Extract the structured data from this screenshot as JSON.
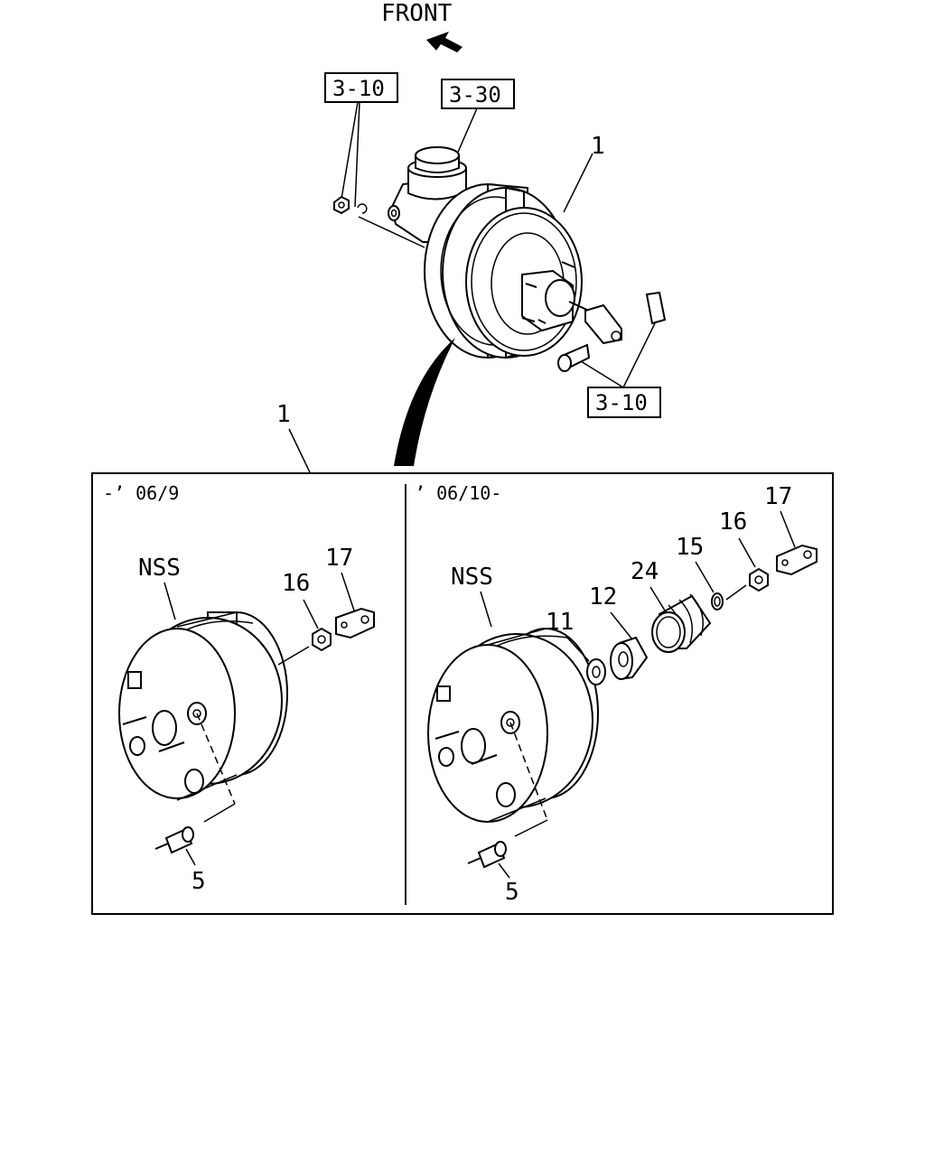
{
  "header": {
    "front_label": "FRONT"
  },
  "top_assembly": {
    "callout_assembly": "1",
    "ref_nut": "3-10",
    "ref_reservoir": "3-30",
    "ref_clevis": "3-10"
  },
  "detail": {
    "callout_assembly": "1",
    "left": {
      "date_range": "-’ 06/9",
      "nss_label": "NSS",
      "callouts": {
        "nut": "16",
        "clevis": "17",
        "check_valve": "5"
      }
    },
    "right": {
      "date_range": "’ 06/10-",
      "nss_label": "NSS",
      "callouts": {
        "washer": "11",
        "seal": "12",
        "boot": "24",
        "ring": "15",
        "nut": "16",
        "clevis": "17",
        "check_valve": "5"
      }
    }
  },
  "icons": {
    "front_arrow": "arrow-up-left-icon"
  }
}
